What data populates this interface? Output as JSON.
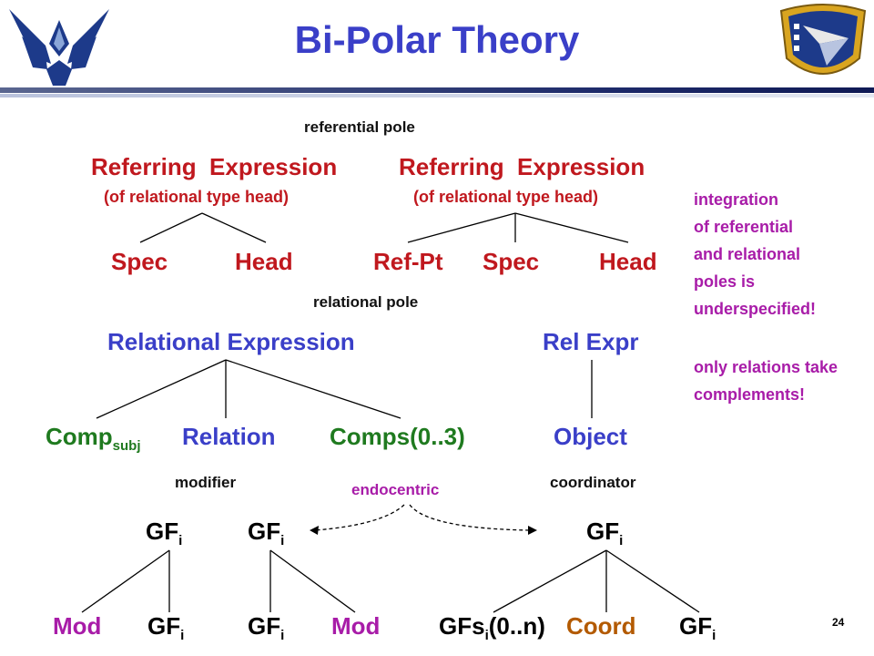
{
  "title": "Bi-Polar Theory",
  "labels": {
    "referential_pole": "referential pole",
    "relational_pole": "relational pole",
    "modifier": "modifier",
    "coordinator": "coordinator",
    "endocentric": "endocentric"
  },
  "referring": {
    "left_title": "Referring  Expression",
    "left_sub": "(of relational type head)",
    "right_title": "Referring  Expression",
    "right_sub": "(of relational type head)",
    "spec1": "Spec",
    "head1": "Head",
    "refpt": "Ref-Pt",
    "spec2": "Spec",
    "head2": "Head"
  },
  "relational": {
    "rel_expression": "Relational Expression",
    "rel_expr": "Rel Expr",
    "comp": "Comp",
    "comp_sub": "subj",
    "relation": "Relation",
    "comps": "Comps(0..3)",
    "object": "Object"
  },
  "gf": {
    "gf": "GF",
    "i": "i",
    "gfs": "GFs",
    "gfs_suffix": "(0..n)",
    "mod": "Mod",
    "coord": "Coord"
  },
  "notes": {
    "n1": "integration",
    "n2": "of referential",
    "n3": "and relational",
    "n4": "poles is",
    "n5": "underspecified!",
    "n6": "only relations take",
    "n7": "complements!"
  },
  "page_number": "24",
  "colors": {
    "title": "#3a3fc8",
    "red": "#c0181e",
    "blue": "#3a3fc8",
    "green": "#1f7a1f",
    "purple": "#a81ca8",
    "brown": "#b35a00"
  },
  "icons": [
    "air-force-wings-logo",
    "afrl-shield-logo"
  ]
}
